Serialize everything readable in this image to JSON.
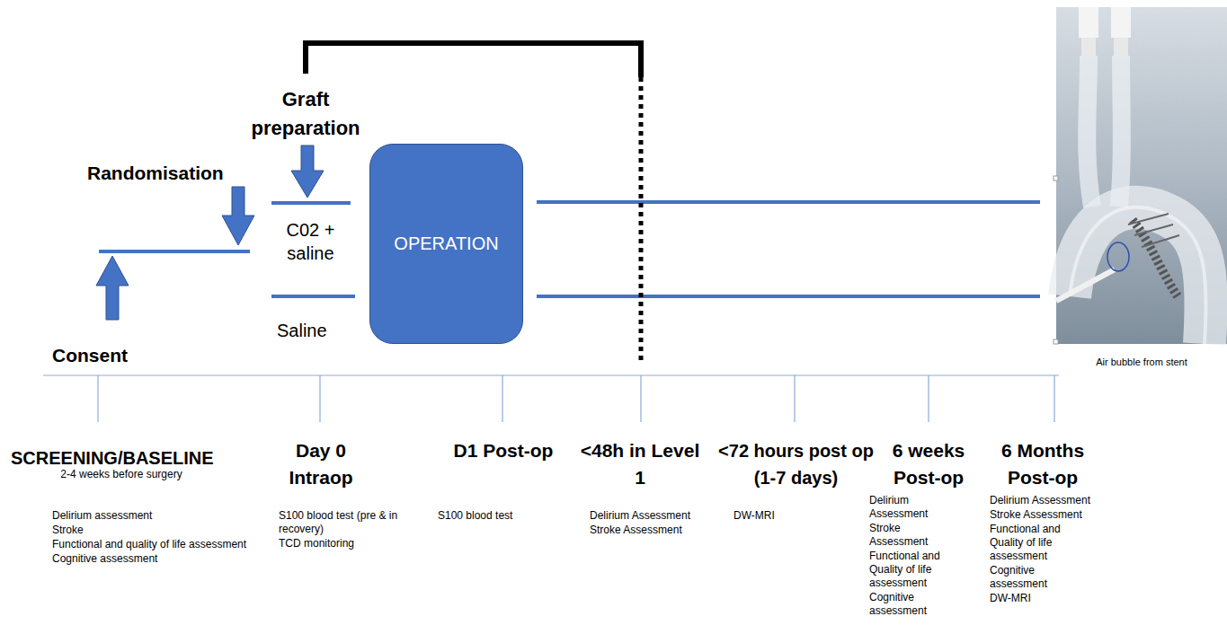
{
  "diagram": {
    "nodes": [
      {
        "text": [
          "OPERATION"
        ]
      }
    ],
    "labels": [
      "Graft preparation",
      "Randomisation",
      "C02 + saline",
      "Saline",
      "Consent",
      "SCREENING/BASELINE",
      "2-4 weeks before surgery",
      "Delirium assessment",
      "Stroke",
      "Functional and quality of life assessment",
      "Cognitive assessment",
      "Day 0 Intraop",
      "S100 blood test (pre & in recovery)",
      "TCD monitoring",
      "D1 Post-op",
      "S100 blood test",
      "<48h in Level 1",
      "Delirium Assessment",
      "Stroke Assessment",
      "<72 hours post op (1-7 days)",
      "DW-MRI",
      "6 weeks Post-op",
      "Delirium Assessment",
      "Stroke Assessment",
      "Functional and Quality of life assessment",
      "Cognitive assessment",
      "6 Months Post-op",
      "Delirium Assessment",
      "Stroke Assessment",
      "Functional and Quality of life assessment",
      "Cognitive assessment",
      "DW-MRI",
      "Air bubble from stent"
    ]
  }
}
